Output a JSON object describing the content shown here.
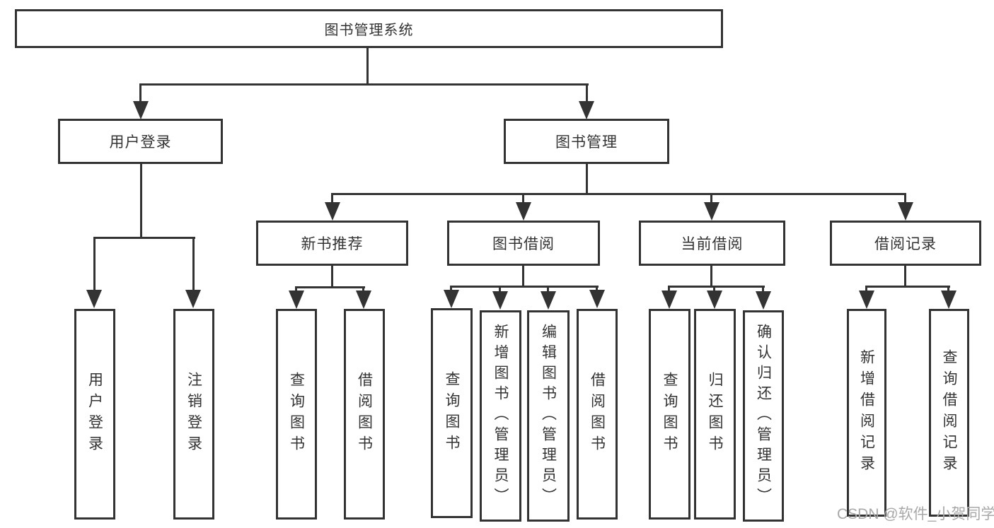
{
  "diagram": {
    "root": {
      "label": "图书管理系统"
    },
    "level2": {
      "user_login": {
        "label": "用户登录"
      },
      "book_mgmt": {
        "label": "图书管理"
      }
    },
    "level3": {
      "new_books": {
        "label": "新书推荐"
      },
      "book_borrow": {
        "label": "图书借阅"
      },
      "current_borrow": {
        "label": "当前借阅"
      },
      "borrow_records": {
        "label": "借阅记录"
      }
    },
    "leaves": {
      "user_login": "用户登录",
      "logout": "注销登录",
      "nb_query": "查询图书",
      "nb_borrow": "借阅图书",
      "bb_query": "查询图书",
      "bb_add": "新增图书（管理员）",
      "bb_edit": "编辑图书（管理员）",
      "bb_borrow": "借阅图书",
      "cb_query": "查询图书",
      "cb_return": "归还图书",
      "cb_confirm": "确认归还（管理员）",
      "rec_add": "新增借阅记录",
      "rec_query": "查询借阅记录"
    }
  },
  "watermark": "CSDN @软件_小贺同学",
  "colors": {
    "background": "#ffffff",
    "box_border": "#333333",
    "line": "#333333",
    "text": "#333333",
    "watermark": "#a8a8a8"
  }
}
